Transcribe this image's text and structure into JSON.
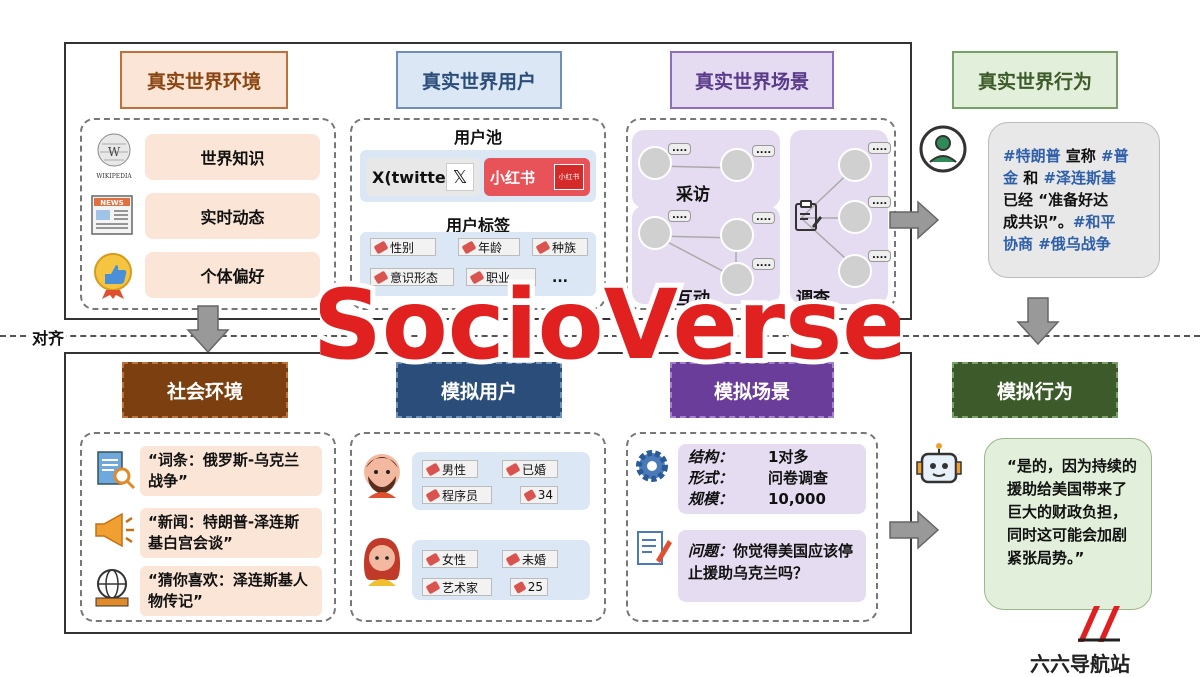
{
  "top_headers": {
    "env": "真实世界环境",
    "users": "真实世界用户",
    "scenes": "真实世界场景",
    "behavior": "真实世界行为"
  },
  "bottom_headers": {
    "env": "社会环境",
    "users": "模拟用户",
    "scenes": "模拟场景",
    "behavior": "模拟行为"
  },
  "align_label": "对齐",
  "title_overlay": "SocioVerse",
  "env_items": [
    "世界知识",
    "实时动态",
    "个体偏好"
  ],
  "wiki_label": "WIKIPEDIA",
  "news_label": "NEWS",
  "user_pool": {
    "title": "用户池",
    "x_label": "X(twitte",
    "x_icon": "𝕏",
    "xhs_label": "小红书",
    "xhs_icon": "小红书"
  },
  "user_tags": {
    "title": "用户标签",
    "tags": [
      "性别",
      "年龄",
      "种族",
      "意识形态",
      "职业"
    ],
    "more": "..."
  },
  "scene_labels": {
    "interview": "采访",
    "interact": "互动",
    "survey": "调查",
    "dots": "...."
  },
  "real_post": {
    "line1a": "#特朗普",
    "line1b": " 宣称 ",
    "line1c": "#普",
    "line2a": "金",
    "line2b": " 和 ",
    "line2c": "#泽连斯基",
    "line3": "已经 “准备好达",
    "line4a": "成共识”。",
    "line4b": "#和平",
    "line5": "协商 #俄乌战争",
    "accent": "#2e5fa8"
  },
  "social_env": [
    "“词条：俄罗斯-乌克兰战争”",
    "“新闻：特朗普-泽连斯基白宫会谈”",
    "“猜你喜欢：泽连斯基人物传记”"
  ],
  "sim_users": [
    {
      "tags": [
        "男性",
        "已婚",
        "程序员",
        "34"
      ]
    },
    {
      "tags": [
        "女性",
        "未婚",
        "艺术家",
        "25"
      ]
    }
  ],
  "sim_scene": {
    "structure_label": "结构：",
    "structure_value": "1对多",
    "form_label": "形式：",
    "form_value": "问卷调查",
    "scale_label": "规模：",
    "scale_value": "10,000",
    "question_label": "问题：",
    "question_text": "你觉得美国应该停止援助乌克兰吗？"
  },
  "sim_response": "“是的，因为持续的援助给美国带来了巨大的财政负担，同时这可能会加剧紧张局势。”",
  "watermark": "六六导航站",
  "colors": {
    "env": "#8b4513",
    "users": "#2a4d7a",
    "scenes": "#6a3d9a",
    "behavior": "#3d5a2a",
    "overlay_red": "#e12020"
  }
}
